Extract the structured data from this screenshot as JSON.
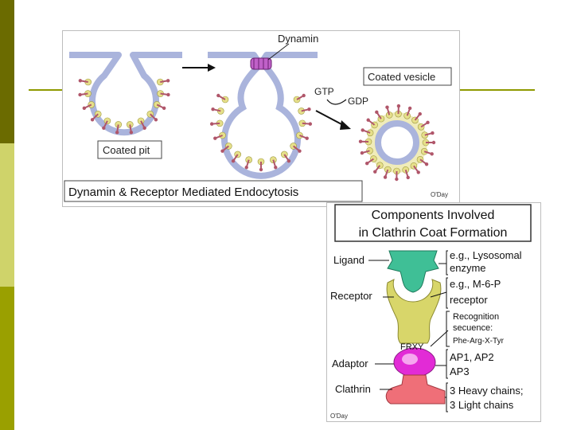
{
  "slide": {
    "accent_colors": {
      "stripe_dark": "#6b6b00",
      "stripe_light": "#cfd36a",
      "stripe_mid": "#9aa000",
      "rule": "#8f9a00"
    }
  },
  "figure_endocytosis": {
    "caption": "Dynamin & Receptor Mediated Endocytosis",
    "labels": {
      "dynamin": "Dynamin",
      "coated_vesicle": "Coated vesicle",
      "coated_pit": "Coated pit",
      "gtp": "GTP",
      "gdp": "GDP",
      "credit": "O'Day"
    },
    "colors": {
      "membrane": "#aab4dc",
      "coat_yellow": "#e6e08a",
      "coat_teal": "#a9dcd0",
      "spike_red": "#b0566a",
      "dynamin": "#c060c8"
    }
  },
  "figure_clathrin": {
    "title_line1": "Components Involved",
    "title_line2": "in Clathrin Coat Formation",
    "left_labels": {
      "ligand": "Ligand",
      "receptor": "Receptor",
      "adaptor": "Adaptor",
      "clathrin": "Clathrin"
    },
    "right_labels": {
      "ligand_1": "e.g., Lysosomal",
      "ligand_2": "enzyme",
      "receptor_1": "e.g., M-6-P",
      "receptor_2": "receptor",
      "recog_1": "Recognition",
      "recog_2": "secuence:",
      "recog_3": "Phe-Arg-X-Tyr",
      "adaptor_1": "AP1, AP2",
      "adaptor_2": "AP3",
      "clathrin_1": "3 Heavy chains;",
      "clathrin_2": "3 Light chains"
    },
    "frxy": "FRXY",
    "credit": "O'Day",
    "colors": {
      "ligand": "#3fbf96",
      "receptor": "#d8d66a",
      "adaptor": "#e22bd6",
      "clathrin": "#ef6f78"
    }
  }
}
